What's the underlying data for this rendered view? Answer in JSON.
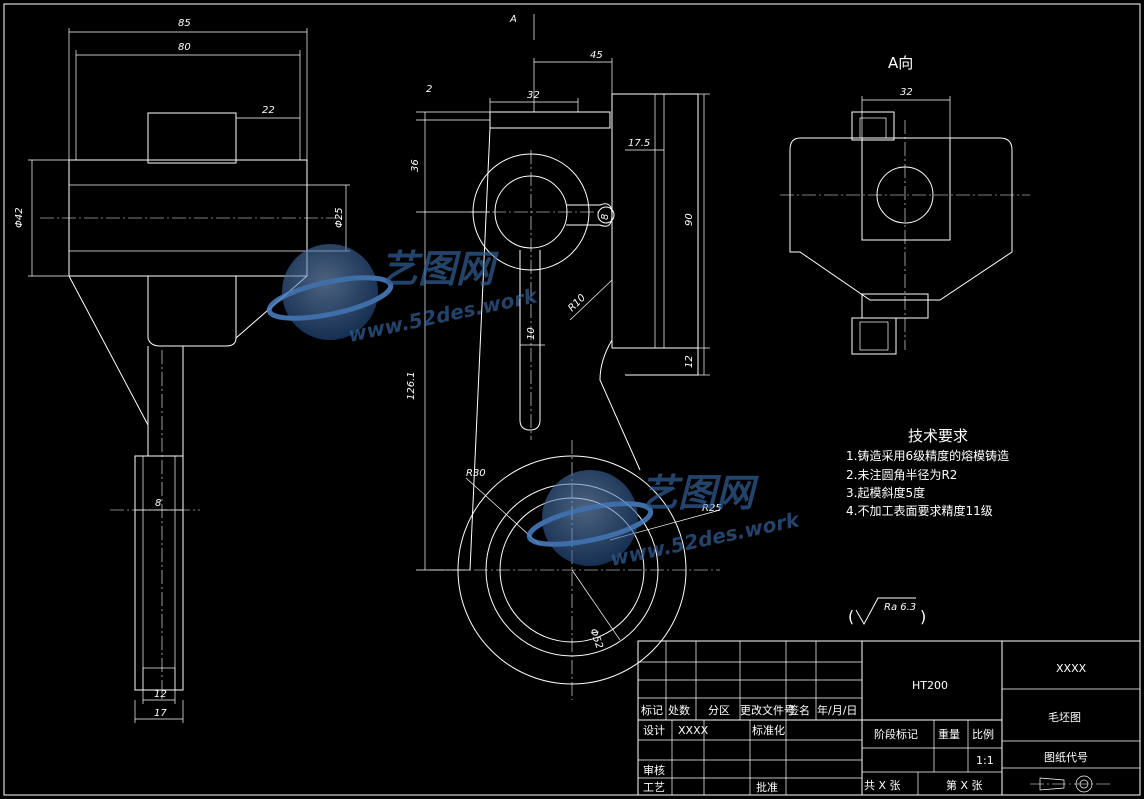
{
  "view_label_a": "A",
  "view_a_title": "A向",
  "dims": {
    "d85": "85",
    "d80": "80",
    "d22": "22",
    "d42": "Φ42",
    "d25": "Φ25",
    "d8": "8",
    "d12": "12",
    "d17": "17",
    "d2": "2",
    "d32": "32",
    "d45": "45",
    "d36": "36",
    "d17_5": "17.5",
    "d8b": "8",
    "d90": "90",
    "d12b": "12",
    "r10": "R10",
    "d10": "10",
    "d126": "126.1",
    "r30": "R30",
    "r25": "R25",
    "d52": "Φ52",
    "a32": "32"
  },
  "tech": {
    "title": "技术要求",
    "items": [
      "1.铸造采用6级精度的熔模铸造",
      "2.未注圆角半径为R2",
      "3.起模斜度5度",
      "4.不加工表面要求精度11级"
    ]
  },
  "roughness": "Ra 6.3",
  "title_block": {
    "material": "HT200",
    "company": "XXXX",
    "drawing_name": "毛坯图",
    "drawing_no": "图纸代号",
    "row_headers": [
      "标记",
      "处数",
      "分区",
      "更改文件号",
      "签名",
      "年/月/日"
    ],
    "design": "设计",
    "designer": "XXXX",
    "standard": "标准化",
    "stage": "阶段标记",
    "weight": "重量",
    "scale_label": "比例",
    "scale": "1:1",
    "review": "审核",
    "process": "工艺",
    "approve": "批准",
    "total": "共 X 张",
    "sheet": "第 X 张"
  },
  "watermark": {
    "brand": "艺图网",
    "url": "www.52des.work"
  }
}
